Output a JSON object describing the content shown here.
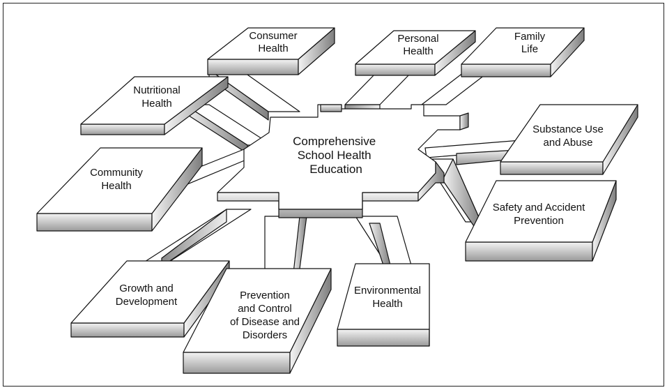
{
  "center": {
    "lines": [
      "Comprehensive",
      "School Health",
      "Education"
    ]
  },
  "areas": [
    {
      "id": "consumer-health",
      "lines": [
        "Consumer",
        "Health"
      ]
    },
    {
      "id": "personal-health",
      "lines": [
        "Personal",
        "Health"
      ]
    },
    {
      "id": "family-life",
      "lines": [
        "Family",
        "Life"
      ]
    },
    {
      "id": "nutritional-health",
      "lines": [
        "Nutritional",
        "Health"
      ]
    },
    {
      "id": "substance-use",
      "lines": [
        "Substance Use",
        "and Abuse"
      ]
    },
    {
      "id": "community-health",
      "lines": [
        "Community",
        "Health"
      ]
    },
    {
      "id": "safety-prevention",
      "lines": [
        "Safety and Accident",
        "Prevention"
      ]
    },
    {
      "id": "growth-development",
      "lines": [
        "Growth and",
        "Development"
      ]
    },
    {
      "id": "disease-prevention",
      "lines": [
        "Prevention",
        "and Control",
        "of Disease and",
        "Disorders"
      ]
    },
    {
      "id": "environmental-health",
      "lines": [
        "Environmental",
        "Health"
      ]
    }
  ],
  "colors": {
    "stroke": "#111111",
    "top": "#ffffff",
    "shade_light": "#f2f2f2",
    "shade_dark": "#8a8a8a"
  }
}
